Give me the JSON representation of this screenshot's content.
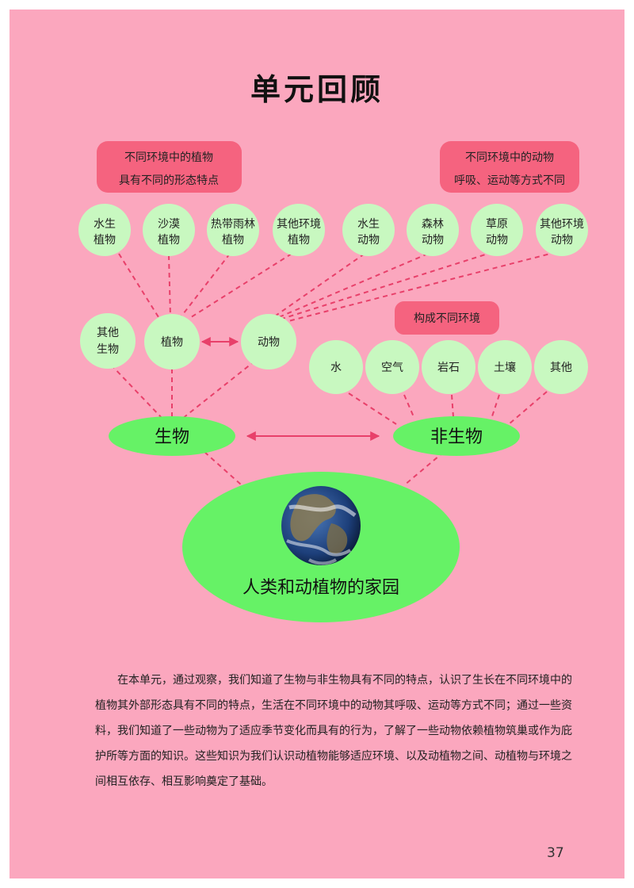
{
  "title": "单元回顾",
  "boxes": {
    "plants_note": [
      "不同环境中的植物",
      "具有不同的形态特点"
    ],
    "animals_note": [
      "不同环境中的动物",
      "呼吸、运动等方式不同"
    ],
    "env_note": "构成不同环境"
  },
  "plant_types": [
    [
      "水生",
      "植物"
    ],
    [
      "沙漠",
      "植物"
    ],
    [
      "热带雨林",
      "植物"
    ],
    [
      "其他环境",
      "植物"
    ]
  ],
  "animal_types": [
    [
      "水生",
      "动物"
    ],
    [
      "森林",
      "动物"
    ],
    [
      "草原",
      "动物"
    ],
    [
      "其他环境",
      "动物"
    ]
  ],
  "living": {
    "other": [
      "其他",
      "生物"
    ],
    "plants": "植物",
    "animals": "动物",
    "label": "生物"
  },
  "nonliving": {
    "items": [
      "水",
      "空气",
      "岩石",
      "土壤",
      "其他"
    ],
    "label": "非生物"
  },
  "home": "人类和动植物的家园",
  "summary": "在本单元，通过观察，我们知道了生物与非生物具有不同的特点，认识了生长在不同环境中的植物其外部形态具有不同的特点，生活在不同环境中的动物其呼吸、运动等方式不同；通过一些资料，我们知道了一些动物为了适应季节变化而具有的行为，了解了一些动物依赖植物筑巢或作为庇护所等方面的知识。这些知识为我们认识动植物能够适应环境、以及动植物之间、动植物与环境之间相互依存、相互影响奠定了基础。",
  "page_number": "37",
  "colors": {
    "background": "#fba7be",
    "node": "#c8f8c0",
    "oval": "#66f266",
    "box": "#f5637f",
    "line": "#e8406a"
  }
}
